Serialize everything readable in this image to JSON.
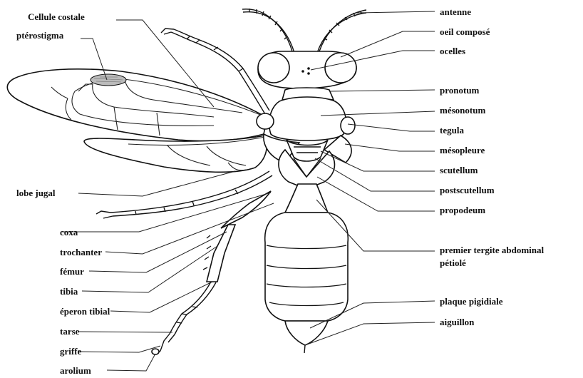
{
  "labels_left": [
    "Cellule costale",
    "ptérostigma",
    "lobe jugal",
    "coxa",
    "trochanter",
    "fémur",
    "tibia",
    "éperon tibial",
    "tarse",
    "griffe",
    "arolium"
  ],
  "labels_right": [
    "antenne",
    "oeil composé",
    "ocelles",
    "pronotum",
    "mésonotum",
    "tegula",
    "mésopleure",
    "scutellum",
    "postscutellum",
    "propodeum",
    "premier tergite abdominal",
    "pétiolé",
    "plaque pigidiale",
    "aiguillon"
  ]
}
